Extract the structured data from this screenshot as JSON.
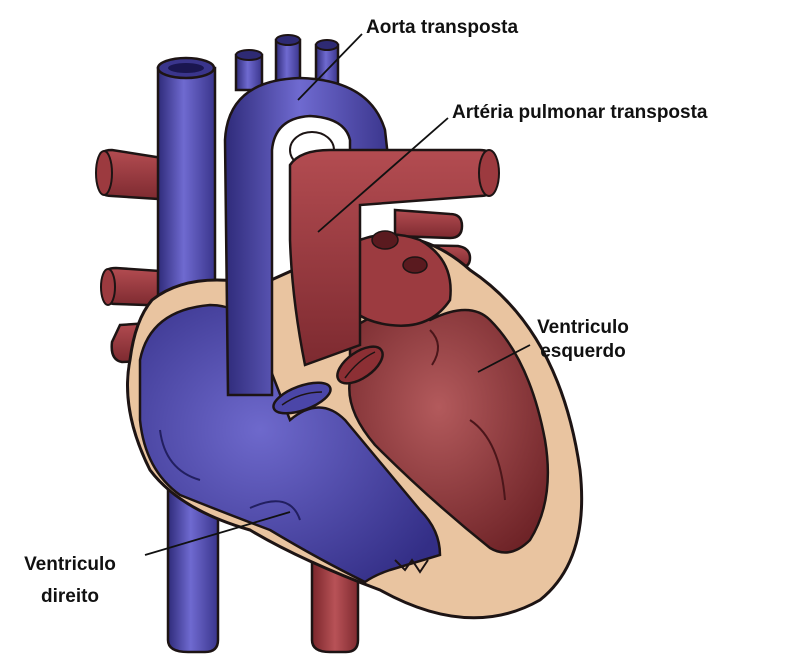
{
  "labels": {
    "aorta": "Aorta transposta",
    "pulmonary": "Artéria pulmonar transposta",
    "left_ventricle_line1": "Ventriculo",
    "left_ventricle_line2": "esquerdo",
    "right_ventricle_line1": "Ventriculo",
    "right_ventricle_line2": "direito"
  },
  "colors": {
    "blue_vessel": "#4f4aa6",
    "blue_dark": "#2e2a73",
    "red_vessel": "#9e3b3f",
    "red_dark": "#6b1f24",
    "pericardium": "#e9c4a0",
    "outline": "#1d1414"
  }
}
